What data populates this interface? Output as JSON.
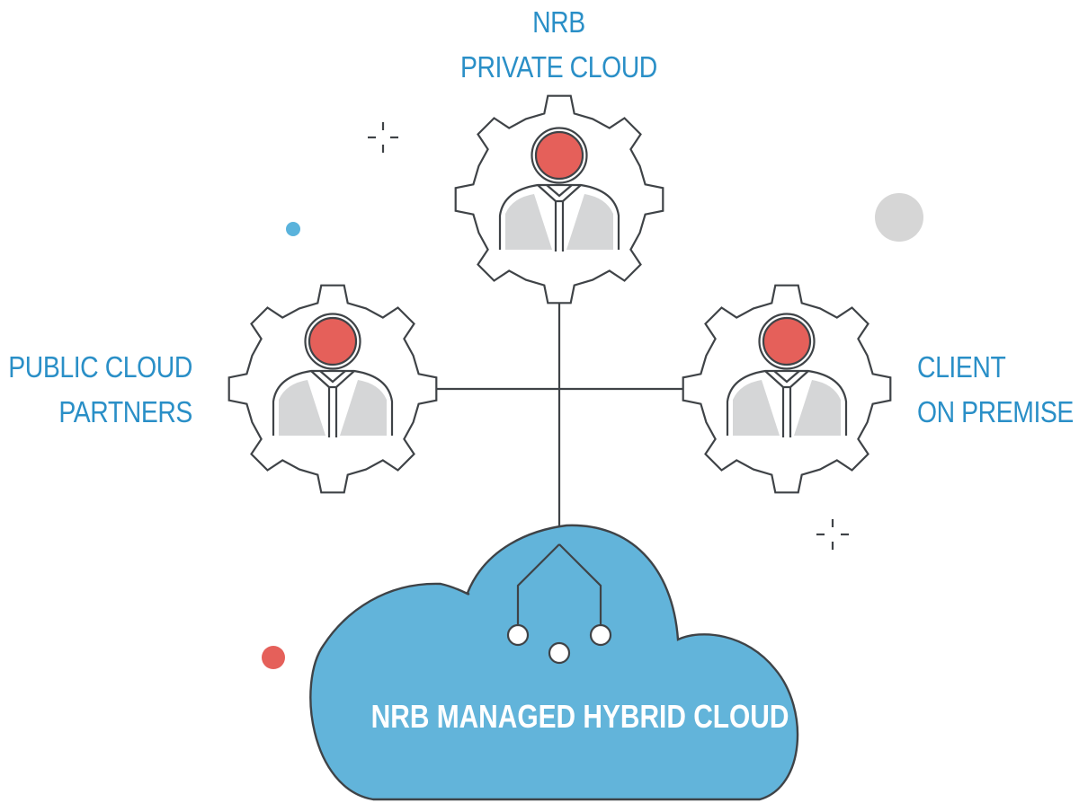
{
  "nodes": {
    "top": {
      "line1": "NRB",
      "line2": "PRIVATE CLOUD"
    },
    "left": {
      "line1": "PUBLIC CLOUD",
      "line2": "PARTNERS"
    },
    "right": {
      "line1": "CLIENT",
      "line2": "ON PREMISE"
    }
  },
  "cloud": {
    "title": "NRB MANAGED HYBRID CLOUD"
  },
  "icons": {
    "node": "gear-person-icon",
    "hub": "cloud-icon",
    "decorations": [
      "sparkle-icon",
      "dot-icon"
    ]
  },
  "colors": {
    "label": "#2a8fc7",
    "outline": "#3f4347",
    "cloud_fill": "#62b4da",
    "head": "#e5605a",
    "body": "#d5d6d7",
    "grey_dot": "#d6d6d6",
    "blue_dot": "#5ab3dc",
    "red_dot": "#e5605a"
  }
}
